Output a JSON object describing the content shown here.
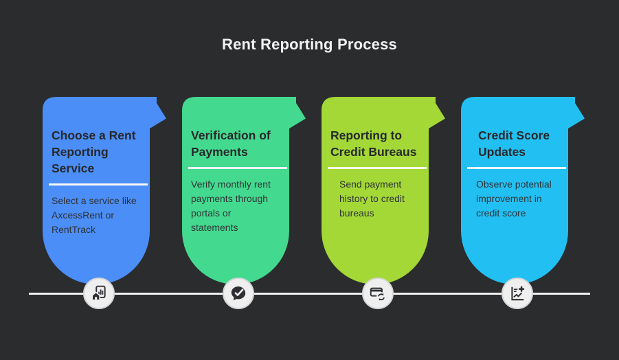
{
  "page": {
    "title": "Rent Reporting Process",
    "background_color": "#2b2c2e"
  },
  "timeline": {
    "line_color": "#f0f0f0",
    "node_fill": "#efefef",
    "node_icon_color": "#2e2f33"
  },
  "steps": [
    {
      "title": "Choose a Rent Reporting Service",
      "description": "Select a service like AxcessRent or RentTrack",
      "color": "#4b8ef7",
      "icon": "home-report-icon"
    },
    {
      "title": "Verification of Payments",
      "description": "Verify monthly rent payments through portals or statements",
      "color": "#43da8f",
      "icon": "chat-check-icon"
    },
    {
      "title": "Reporting to Credit Bureaus",
      "description": "Send payment history to credit bureaus",
      "color": "#a3d836",
      "icon": "card-sync-icon"
    },
    {
      "title": "Credit Score Updates",
      "description": "Observe potential improvement in credit score",
      "color": "#22c0f2",
      "icon": "chart-plus-icon"
    }
  ]
}
